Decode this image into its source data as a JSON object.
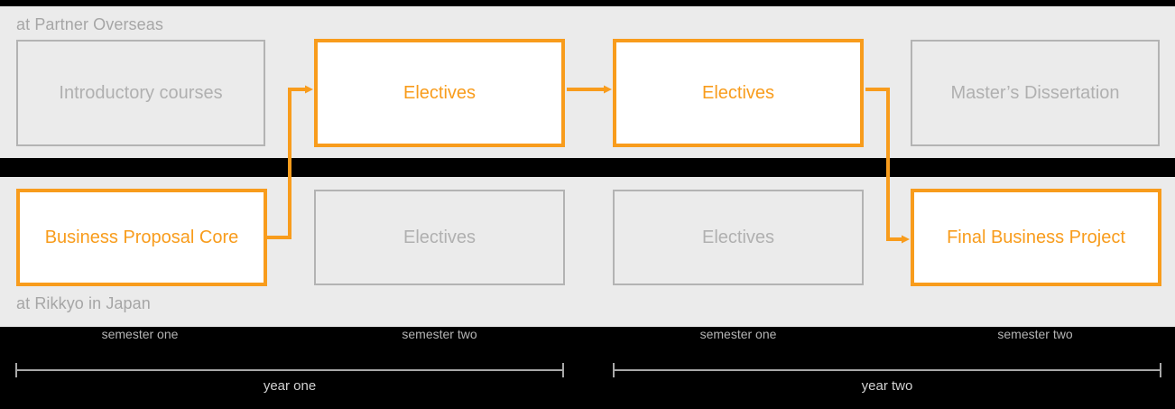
{
  "diagram": {
    "title_accent_color": "#f89c1c",
    "panel_bg_color": "#ebebeb",
    "background_color": "#000000",
    "inactive_color": "#b0b0b0"
  },
  "rows": [
    {
      "id": "partner-overseas",
      "label": "at Partner Overseas",
      "boxes": [
        {
          "label": "Introductory courses",
          "state": "inactive"
        },
        {
          "label": "Electives",
          "state": "active"
        },
        {
          "label": "Electives",
          "state": "active"
        },
        {
          "label": "Master’s Dissertation",
          "state": "inactive"
        }
      ]
    },
    {
      "id": "rikkyo-japan",
      "label": "at Rikkyo in Japan",
      "boxes": [
        {
          "label": "Business Proposal Core",
          "state": "active"
        },
        {
          "label": "Electives",
          "state": "inactive"
        },
        {
          "label": "Electives",
          "state": "inactive"
        },
        {
          "label": "Final Business Project",
          "state": "active"
        }
      ]
    }
  ],
  "timeline": {
    "years": [
      {
        "label": "year one",
        "semesters": [
          "semester one",
          "semester two"
        ]
      },
      {
        "label": "year two",
        "semesters": [
          "semester one",
          "semester two"
        ]
      }
    ]
  }
}
